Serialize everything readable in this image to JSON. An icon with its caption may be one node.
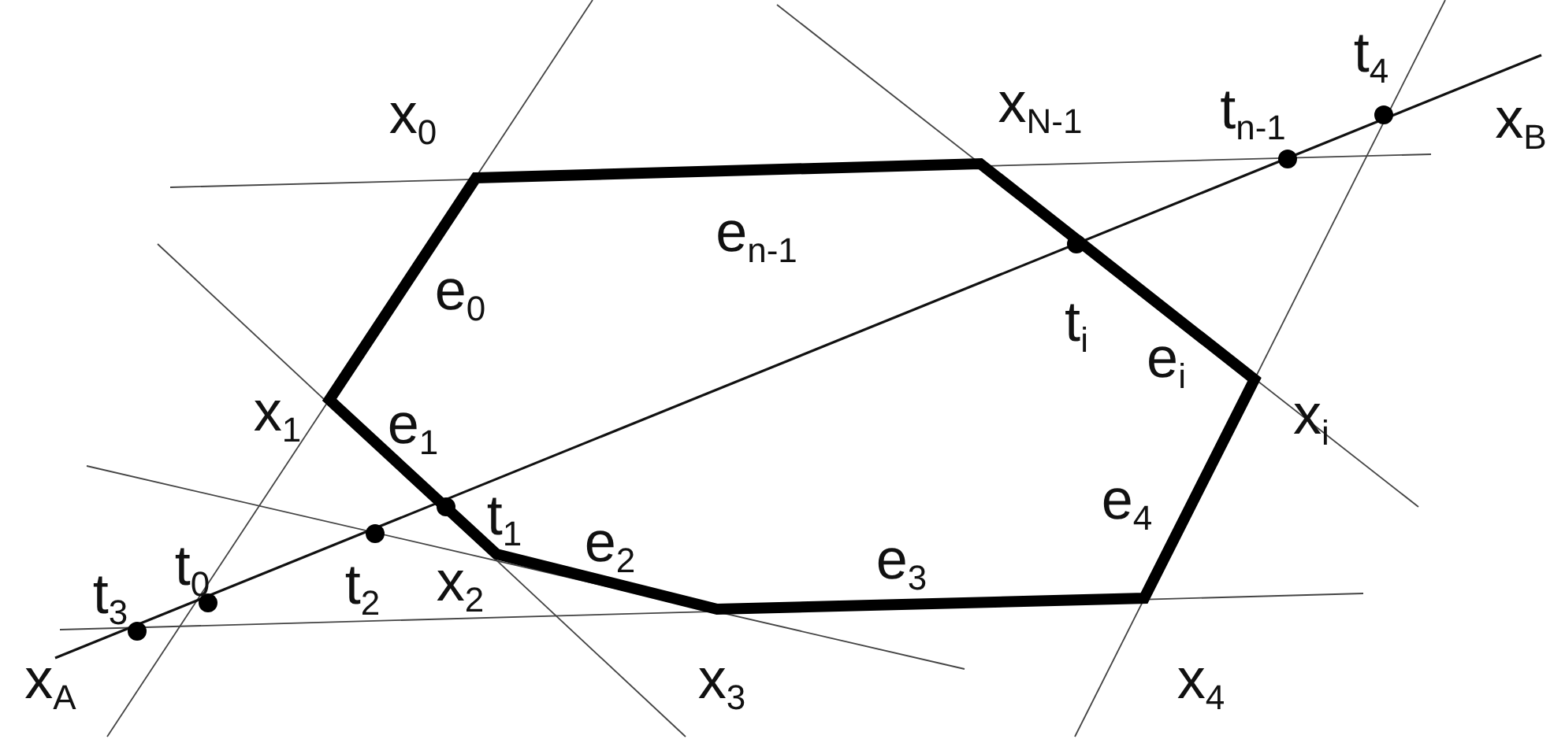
{
  "diagram": {
    "labels": [
      "x$_{0}$",
      "x$_{N-1}$",
      "t$_{n-1}$",
      "t$_{4}$",
      "x$_{B}$",
      "e$_{n-1}$",
      "e$_{0}$",
      "t$_{i}$",
      "e$_{i}$",
      "x$_{1}$",
      "e$_{1}$",
      "x$_{i}$",
      "t$_{1}$",
      "e$_{2}$",
      "e$_{4}$",
      "t$_{3}$",
      "t$_{0}$",
      "t$_{2}$",
      "x$_{2}$",
      "e$_{3}$",
      "x$_{A}$",
      "x$_{3}$",
      "x$_{4}$"
    ]
  }
}
